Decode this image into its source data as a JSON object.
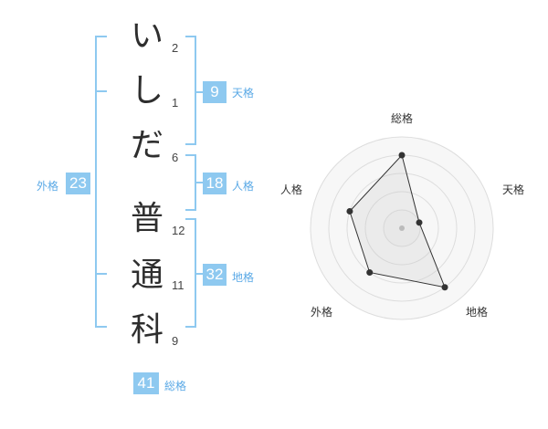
{
  "name_chars": [
    {
      "char": "い",
      "strokes": "2"
    },
    {
      "char": "し",
      "strokes": "1"
    },
    {
      "char": "だ",
      "strokes": "6"
    },
    {
      "char": "普",
      "strokes": "12"
    },
    {
      "char": "通",
      "strokes": "11"
    },
    {
      "char": "科",
      "strokes": "9"
    }
  ],
  "kakusu": {
    "tenkaku": {
      "value": "9",
      "label": "天格"
    },
    "jinkaku": {
      "value": "18",
      "label": "人格"
    },
    "chikaku": {
      "value": "32",
      "label": "地格"
    },
    "gaikaku": {
      "value": "23",
      "label": "外格"
    },
    "soukaku": {
      "value": "41",
      "label": "総格"
    }
  },
  "colors": {
    "accent": "#8ec9f0",
    "label": "#5aa9e6",
    "bracket": "#8ec9f0",
    "text": "#2e2e2e"
  },
  "chart_data": {
    "type": "radar",
    "axes": [
      "総格",
      "天格",
      "地格",
      "外格",
      "人格"
    ],
    "values": [
      4,
      1,
      4,
      3,
      3
    ],
    "range": [
      0,
      5
    ],
    "rings": 5
  }
}
